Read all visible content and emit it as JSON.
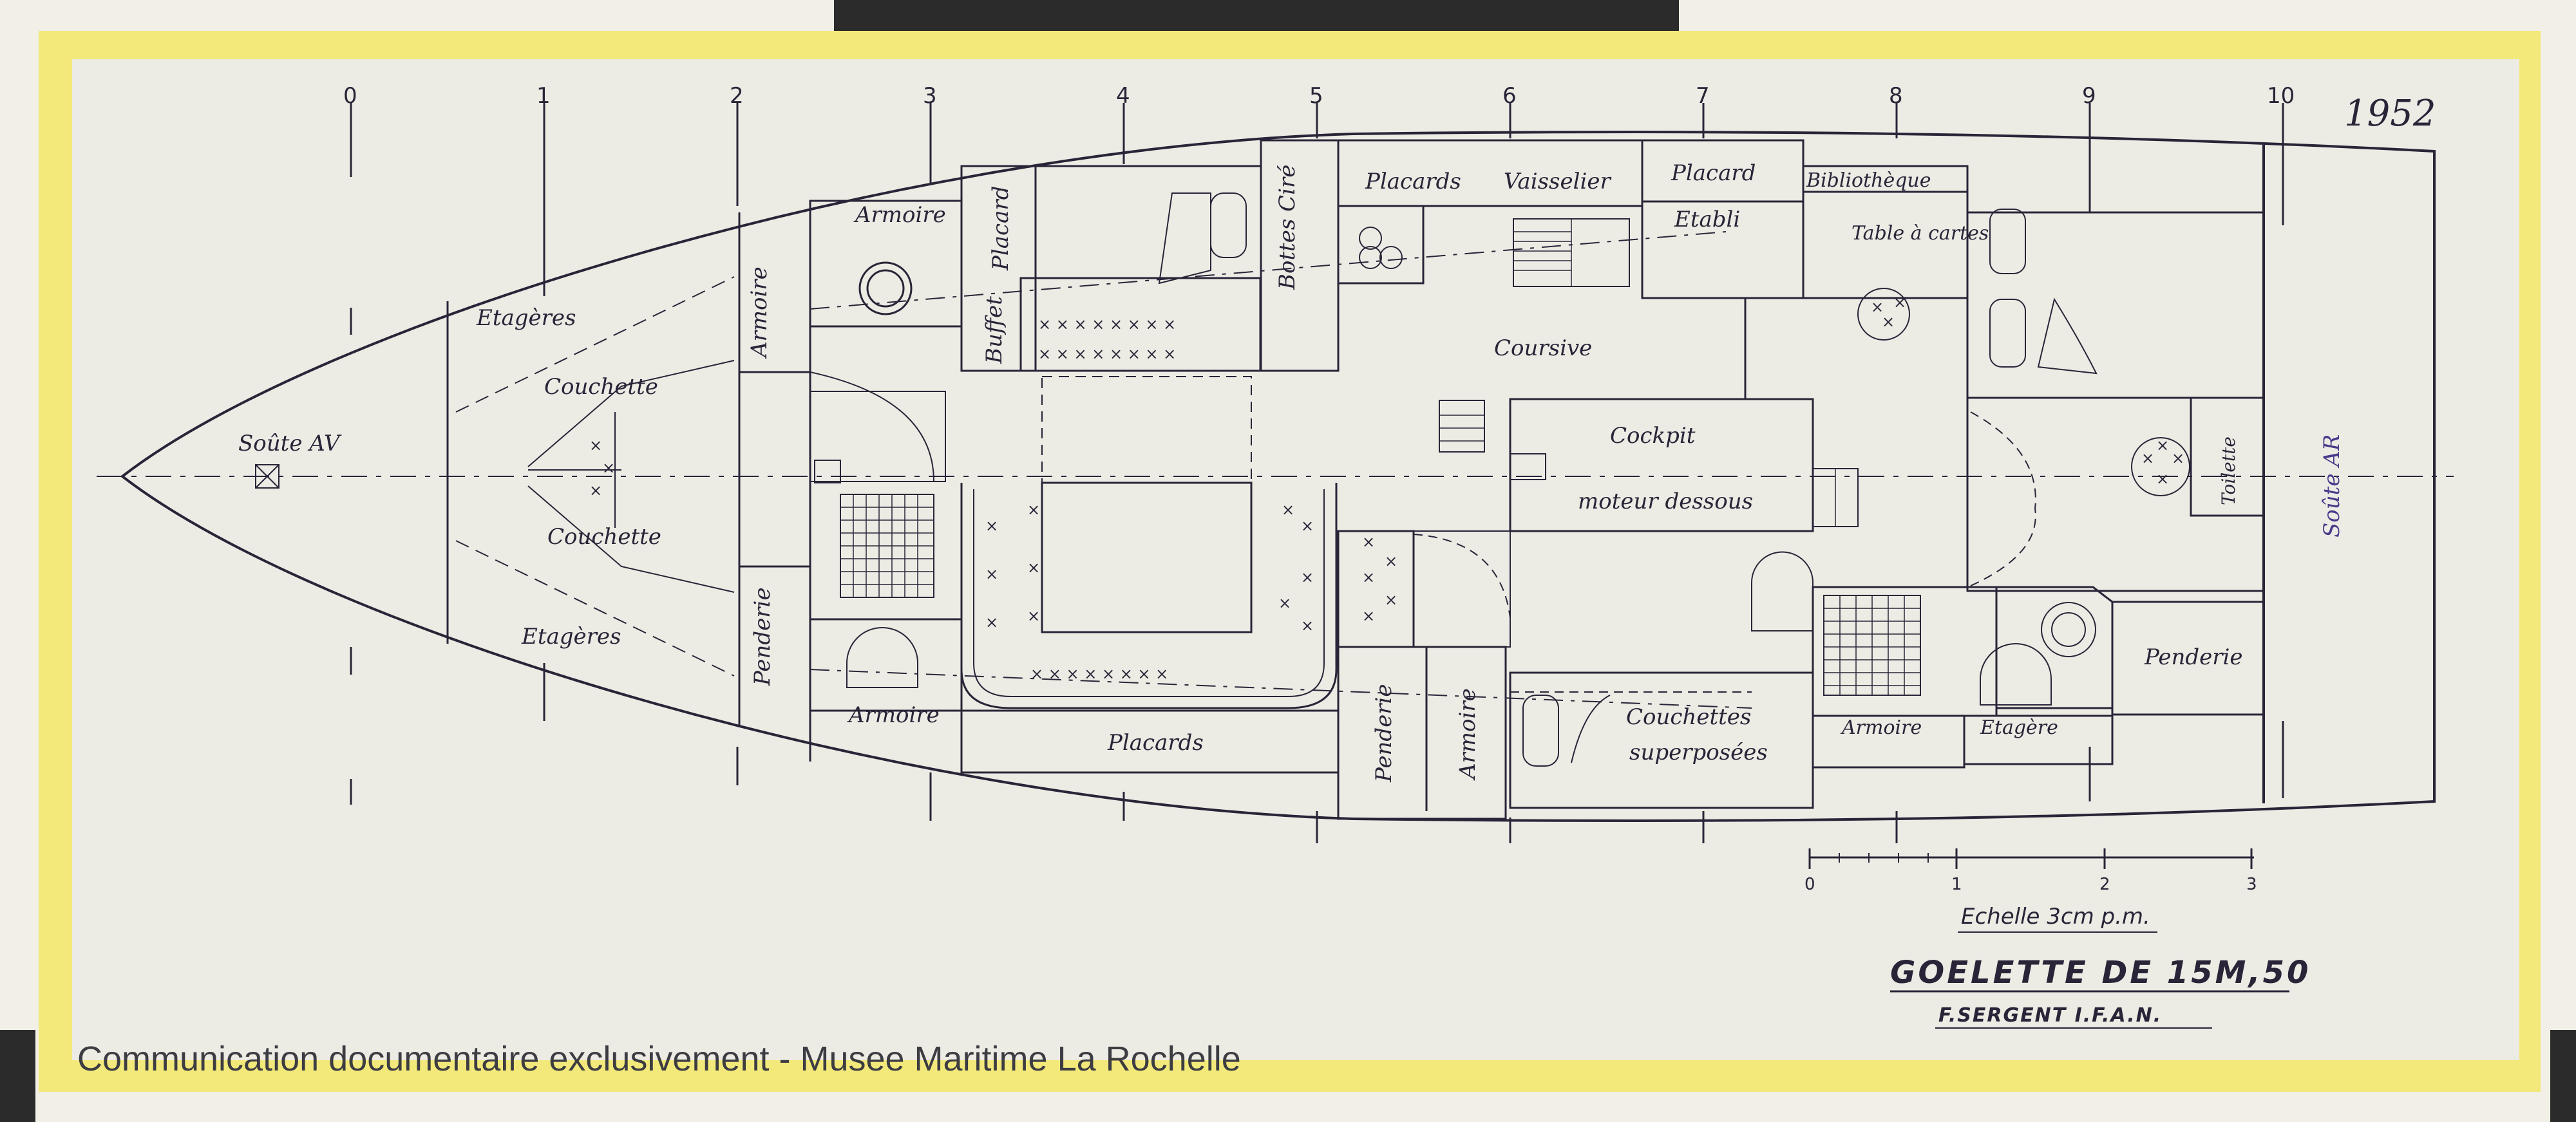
{
  "drawing": {
    "year": "1952",
    "station_numbers": [
      "0",
      "1",
      "2",
      "3",
      "4",
      "5",
      "6",
      "7",
      "8",
      "9",
      "10"
    ],
    "labels": {
      "soute_av": "Soûte AV",
      "etageres_top": "Etagères",
      "couchette_top": "Couchette",
      "couchette_bottom": "Couchette",
      "etageres_bottom": "Etagères",
      "armoire_fwd_top": "Armoire",
      "penderie_fwd_bottom": "Penderie",
      "armoire_top": "Armoire",
      "placard_top": "Placard",
      "buffet": "Buffet",
      "bottes_cire": "Bottes Ciré",
      "placards_top": "Placards",
      "vaisselier": "Vaisselier",
      "placard_top2": "Placard",
      "etabli": "Etabli",
      "bibliotheque": "Bibliothèque",
      "table_a_cartes": "Table à cartes",
      "coursive": "Coursive",
      "cockpit": "Cockpit",
      "moteur_dessous": "moteur dessous",
      "armoire_bottom": "Armoire",
      "placards_bottom": "Placards",
      "penderie_mid": "Penderie",
      "armoire_mid": "Armoire",
      "couchettes_superposees_1": "Couchettes",
      "couchettes_superposees_2": "superposées",
      "armoire_aft": "Armoire",
      "etagere_aft": "Etagère",
      "penderie_aft": "Penderie",
      "toilette": "Toilette",
      "soute_ar": "Soûte AR"
    },
    "scale": {
      "ticks": [
        "0",
        "1",
        "2",
        "3"
      ],
      "label": "Echelle 3cm p.m."
    },
    "title": "GOELETTE DE 15M,50",
    "author": "F.SERGENT I.F.A.N."
  },
  "caption": "Communication documentaire exclusivement - Musee Maritime La Rochelle",
  "colors": {
    "frame": "#f3e97a",
    "paper": "#ecebe4",
    "ink": "#2a2438",
    "backdrop": "#f2efe6",
    "tab": "#2b2b2b"
  }
}
